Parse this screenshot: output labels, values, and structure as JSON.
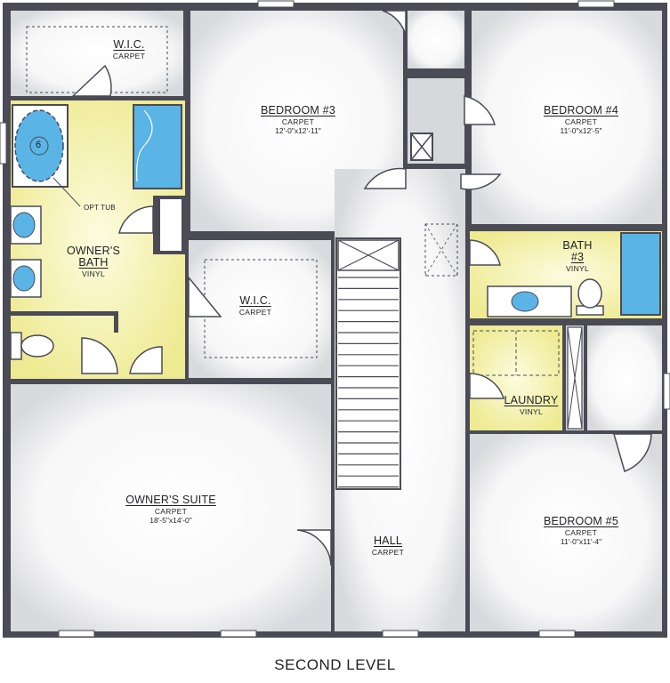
{
  "title": "SECOND LEVEL",
  "rooms": {
    "wic_top": {
      "name": "W.I.C.",
      "floor": "CARPET"
    },
    "bedroom3": {
      "name": "BEDROOM #3",
      "floor": "CARPET",
      "dims": "12'-0\"x12'-11\""
    },
    "bedroom4": {
      "name": "BEDROOM #4",
      "floor": "CARPET",
      "dims": "11'-0\"x12'-5\""
    },
    "owners_bath": {
      "name_line1": "OWNER'S",
      "name_line2": "BATH",
      "floor": "VINYL"
    },
    "wic_mid": {
      "name": "W.I.C.",
      "floor": "CARPET"
    },
    "bath3": {
      "name_line1": "BATH",
      "name_line2": "#3",
      "floor": "VINYL"
    },
    "laundry": {
      "name": "LAUNDRY",
      "floor": "VINYL"
    },
    "owners_suite": {
      "name": "OWNER'S SUITE",
      "floor": "CARPET",
      "dims": "18'-5\"x14'-0\""
    },
    "hall": {
      "name": "HALL",
      "floor": "CARPET"
    },
    "bedroom5": {
      "name": "BEDROOM #5",
      "floor": "CARPET",
      "dims": "11'-0\"x11'-4\""
    }
  },
  "annotations": {
    "opt_tub": "OPT TUB",
    "tub_number": "6"
  },
  "colors": {
    "wall": "#4a4b55",
    "room": "#ffffff",
    "wet_area": "#f3f0a6",
    "fixture_blue": "#5ab4e6",
    "shadow": "#c7c8cc"
  }
}
